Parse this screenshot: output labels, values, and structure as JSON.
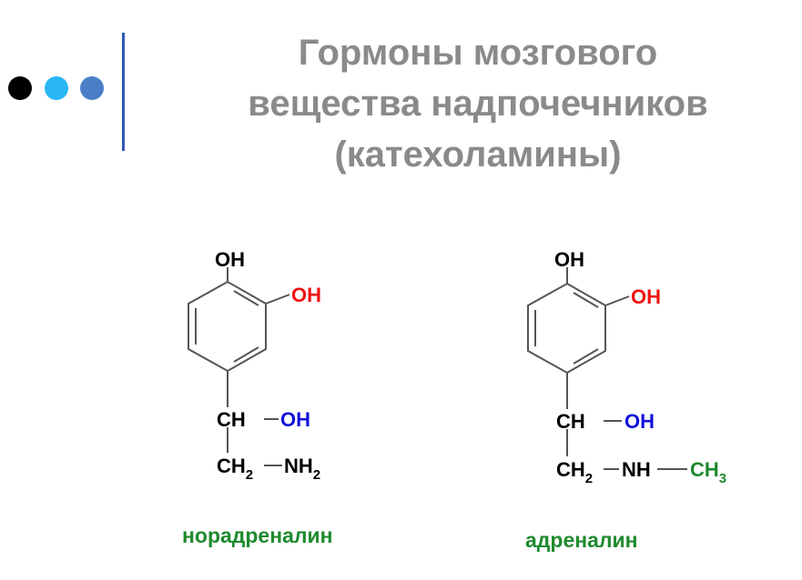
{
  "header": {
    "title_lines": [
      "Гормоны мозгового",
      "вещества надпочечников",
      "(катехоламины)"
    ]
  },
  "colors": {
    "title": "#8a8a8a",
    "accent_line": "#2f57b7",
    "dots": [
      "#000000",
      "#29b6f6",
      "#4a7fc8"
    ],
    "oh_ring": "#ee1111",
    "oh_chain": "#1111dd",
    "name": "#1e8a2e",
    "methyl": "#1e8a2e",
    "text": "#000000"
  },
  "molecules": [
    {
      "name": "норадреналин",
      "ring_oh_top": "OH",
      "ring_oh_right": "OH",
      "ch": "CH",
      "chain_oh": "OH",
      "ch2_base": "CH",
      "sub2": "2",
      "amine_base": "NH",
      "amine_sub": "2"
    },
    {
      "name": "адреналин",
      "ring_oh_top": "OH",
      "ring_oh_right": "OH",
      "ch": "CH",
      "chain_oh": "OH",
      "ch2_base": "CH",
      "sub2": "2",
      "amine_base": "NH",
      "methyl_base": "CH",
      "methyl_sub": "3"
    }
  ]
}
